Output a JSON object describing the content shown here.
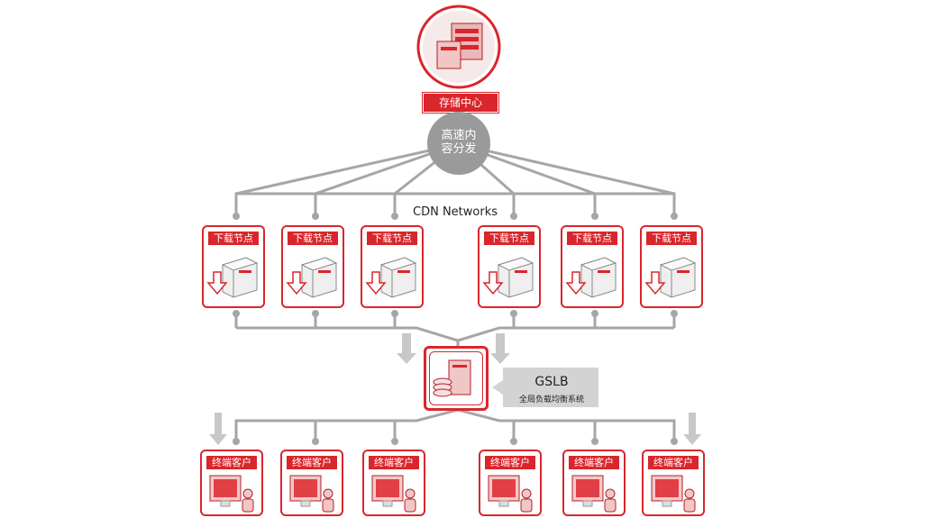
{
  "storage_center": {
    "label": "存储中心"
  },
  "hub": {
    "lines": [
      "高速内",
      "容分发"
    ]
  },
  "cdn": {
    "label": "CDN Networks"
  },
  "download_nodes": [
    {
      "label": "下载节点"
    },
    {
      "label": "下载节点"
    },
    {
      "label": "下载节点"
    },
    {
      "label": "下载节点"
    },
    {
      "label": "下载节点"
    },
    {
      "label": "下载节点"
    }
  ],
  "gslb": {
    "title": "GSLB",
    "subtitle": "全局负载均衡系统"
  },
  "clients": [
    {
      "label": "终端客户"
    },
    {
      "label": "终端客户"
    },
    {
      "label": "终端客户"
    },
    {
      "label": "终端客户"
    },
    {
      "label": "终端客户"
    },
    {
      "label": "终端客户"
    }
  ],
  "colors": {
    "brand_red": "#d9262c",
    "line_gray": "#a6a6a6",
    "hub_gray": "#9a9a9a"
  }
}
